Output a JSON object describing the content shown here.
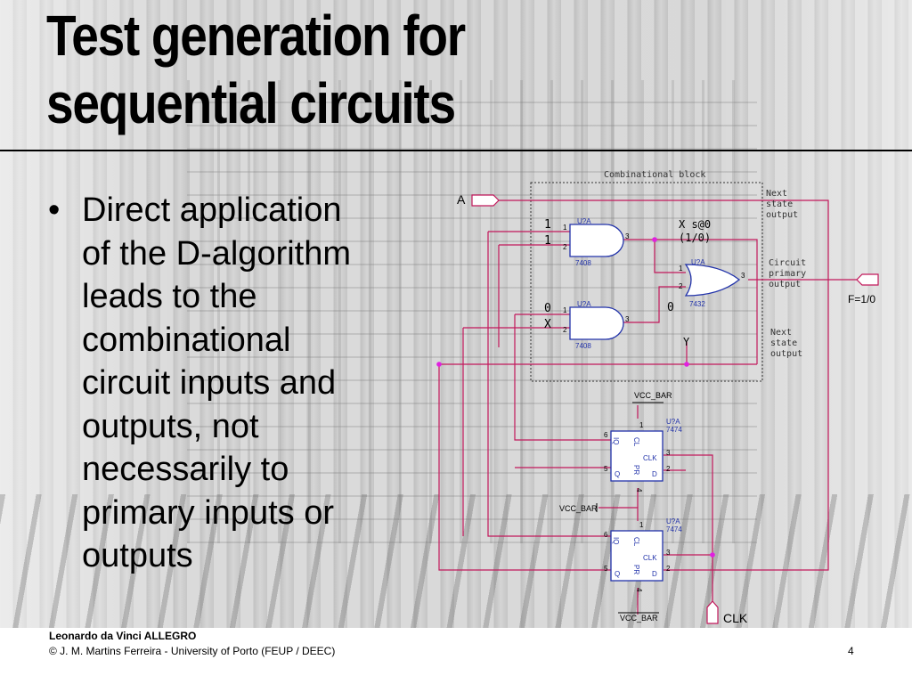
{
  "slide": {
    "title_lines": [
      "Test generation for",
      "sequential circuits"
    ],
    "bullet": "•",
    "body_lines": [
      "Direct application",
      "of the D-algorithm",
      "leads to the",
      "combinational",
      "circuit inputs and",
      "outputs, not",
      "necessarily to",
      "primary inputs or",
      "outputs"
    ],
    "footer_author": "Leonardo da Vinci ALLEGRO",
    "footer_copyright": "© J. M. Martins Ferreira - University of Porto (FEUP / DEEC)",
    "page_number": "4"
  },
  "circuit": {
    "block_label": "Combinational block",
    "input_a": "A",
    "next_state_top": [
      "Next",
      "state",
      "output"
    ],
    "next_state_bottom": [
      "Next",
      "state",
      "output"
    ],
    "primary_output": [
      "Circuit",
      "primary",
      "output"
    ],
    "f_value": "F=1/0",
    "x_fault": [
      "X s@0",
      "(1/0)"
    ],
    "and1": {
      "ref": "U?A",
      "part": "7408",
      "pin1": "1",
      "pin2": "2",
      "pin3": "3",
      "in1_value": "1",
      "in2_value": "1"
    },
    "and2": {
      "ref": "U?A",
      "part": "7408",
      "pin1": "1",
      "pin2": "2",
      "pin3": "3",
      "in1_value": "0",
      "in2_value": "X"
    },
    "or1": {
      "ref": "U?A",
      "part": "7432",
      "pin1": "1",
      "pin2": "2",
      "pin3": "3",
      "in2_value": "0"
    },
    "y_label": "Y",
    "vcc_bar": "VCC_BAR",
    "ff1": {
      "ref": "U?A",
      "part": "7474",
      "cl": "CL",
      "clk": "CLK",
      "pr": "PR",
      "q_bar": "IQ",
      "q": "Q",
      "d": "D",
      "pin_cl": "1",
      "pin_clk": "3",
      "pin_d": "2",
      "pin_qbar": "6",
      "pin_q": "5",
      "pin_pr": "4"
    },
    "ff2": {
      "ref": "U?A",
      "part": "7474",
      "cl": "CL",
      "clk": "CLK",
      "pr": "PR",
      "q_bar": "IQ",
      "q": "Q",
      "d": "D",
      "pin_cl": "1",
      "pin_clk": "3",
      "pin_d": "2",
      "pin_qbar": "6",
      "pin_q": "5",
      "pin_pr": "4"
    },
    "clk_label": "CLK",
    "colors": {
      "wire": "#c2185b",
      "gate": "#2233aa",
      "dot": "#e020e0",
      "text_dark": "#000000",
      "text_muted": "#333333"
    }
  }
}
